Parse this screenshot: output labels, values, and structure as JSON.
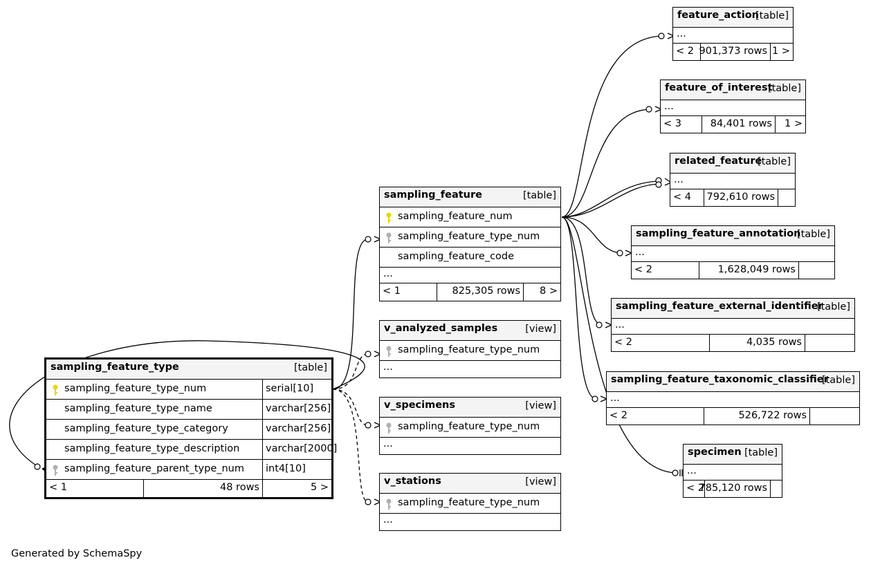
{
  "main_table": {
    "name": "sampling_feature_type",
    "kind": "[table]",
    "columns": [
      {
        "name": "sampling_feature_type_num",
        "type": "serial[10]",
        "key": "pk"
      },
      {
        "name": "sampling_feature_type_name",
        "type": "varchar[256]",
        "key": ""
      },
      {
        "name": "sampling_feature_type_category",
        "type": "varchar[256]",
        "key": ""
      },
      {
        "name": "sampling_feature_type_description",
        "type": "varchar[2000]",
        "key": ""
      },
      {
        "name": "sampling_feature_parent_type_num",
        "type": "int4[10]",
        "key": "fk"
      }
    ],
    "footer": {
      "parents": "< 1",
      "rows": "48 rows",
      "children": "5 >"
    }
  },
  "sampling_feature": {
    "name": "sampling_feature",
    "kind": "[table]",
    "columns": [
      {
        "name": "sampling_feature_num",
        "key": "pk"
      },
      {
        "name": "sampling_feature_type_num",
        "key": "fk"
      },
      {
        "name": "sampling_feature_code",
        "key": ""
      }
    ],
    "ellipsis": "...",
    "footer": {
      "parents": "< 1",
      "rows": "825,305 rows",
      "children": "8 >"
    }
  },
  "views": [
    {
      "name": "v_analyzed_samples",
      "kind": "[view]",
      "column": "sampling_feature_type_num",
      "ellipsis": "..."
    },
    {
      "name": "v_specimens",
      "kind": "[view]",
      "column": "sampling_feature_type_num",
      "ellipsis": "..."
    },
    {
      "name": "v_stations",
      "kind": "[view]",
      "column": "sampling_feature_type_num",
      "ellipsis": "..."
    }
  ],
  "child_tables": [
    {
      "name": "feature_action",
      "kind": "[table]",
      "ellipsis": "...",
      "parents": "< 2",
      "rows": "901,373 rows",
      "children": "1 >"
    },
    {
      "name": "feature_of_interest",
      "kind": "[table]",
      "ellipsis": "...",
      "parents": "< 3",
      "rows": "84,401 rows",
      "children": "1 >"
    },
    {
      "name": "related_feature",
      "kind": "[table]",
      "ellipsis": "...",
      "parents": "< 4",
      "rows": "792,610 rows",
      "children": ""
    },
    {
      "name": "sampling_feature_annotation",
      "kind": "[table]",
      "ellipsis": "...",
      "parents": "< 2",
      "rows": "1,628,049 rows",
      "children": ""
    },
    {
      "name": "sampling_feature_external_identifier",
      "kind": "[table]",
      "ellipsis": "...",
      "parents": "< 2",
      "rows": "4,035 rows",
      "children": ""
    },
    {
      "name": "sampling_feature_taxonomic_classifier",
      "kind": "[table]",
      "ellipsis": "...",
      "parents": "< 2",
      "rows": "526,722 rows",
      "children": ""
    },
    {
      "name": "specimen",
      "kind": "[table]",
      "ellipsis": "...",
      "parents": "< 2",
      "rows": "785,120 rows",
      "children": ""
    }
  ],
  "colors": {
    "primary_key": "#e6d800",
    "foreign_key": "#b0b0b0",
    "header_bg": "#f4f4f4"
  },
  "footer_text": "Generated by SchemaSpy"
}
